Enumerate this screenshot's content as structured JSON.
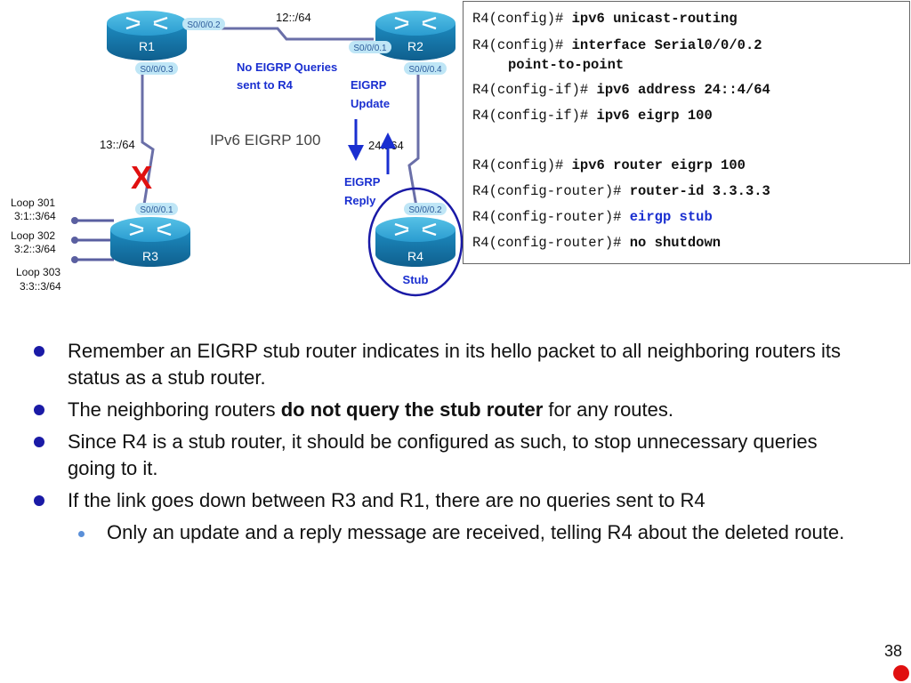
{
  "diagram": {
    "routers": [
      {
        "name": "R1"
      },
      {
        "name": "R2"
      },
      {
        "name": "R3"
      },
      {
        "name": "R4"
      }
    ],
    "interfaces": {
      "r1_top": "S0/0/0.2",
      "r1_bottom": "S0/0/0.3",
      "r2_left": "S0/0/0.1",
      "r2_bottom": "S0/0/0.4",
      "r3_top": "S0/0/0.1",
      "r4_top": "S0/0/0.2"
    },
    "networks": {
      "r1_r2": "12::/64",
      "r1_r3": "13::/64",
      "r2_r4": "24::/64"
    },
    "title": "IPv6 EIGRP 100",
    "no_query_line1": "No EIGRP Queries",
    "no_query_line2": "sent to R4",
    "update_line1": "EIGRP",
    "update_line2": "Update",
    "reply_line1": "EIGRP",
    "reply_line2": "Reply",
    "down_mark": "X",
    "stub_label": "Stub",
    "loopbacks": [
      {
        "name": "Loop 301",
        "addr": "3:1::3/64"
      },
      {
        "name": "Loop 302",
        "addr": "3:2::3/64"
      },
      {
        "name": "Loop 303",
        "addr": "3:3::3/64"
      }
    ]
  },
  "config": [
    {
      "prompt": "R4(config)# ",
      "cmd": "ipv6 unicast-routing"
    },
    {
      "prompt": "R4(config)# ",
      "cmd": "interface Serial0/0/0.2",
      "cont": "point-to-point"
    },
    {
      "prompt": "R4(config-if)# ",
      "cmd": "ipv6 address 24::4/64"
    },
    {
      "prompt": "R4(config-if)# ",
      "cmd": "ipv6 eigrp 100"
    },
    {
      "prompt": "R4(config)# ",
      "cmd": "ipv6 router eigrp 100"
    },
    {
      "prompt": "R4(config-router)# ",
      "cmd": "router-id 3.3.3.3"
    },
    {
      "prompt": "R4(config-router)# ",
      "cmd": "eirgp stub"
    },
    {
      "prompt": "R4(config-router)# ",
      "cmd": "no shutdown"
    }
  ],
  "bullets": {
    "b1": "Remember an EIGRP stub router indicates in its hello packet to all neighboring routers its status as a stub router.",
    "b2_pre": "The neighboring routers ",
    "b2_bold": "do not query the stub router",
    "b2_post": " for any routes.",
    "b3": "Since R4 is a stub router, it should be configured as such, to stop unnecessary queries going to it.",
    "b4": "If the link goes down between R3 and R1, there are no queries sent to R4",
    "b4_sub": "Only an update and a reply message are received, telling R4 about the deleted route."
  },
  "page_number": "38",
  "colors": {
    "accent_blue": "#1a2fd0",
    "router_blue": "#1f8fc0",
    "down_red": "#e01010"
  }
}
